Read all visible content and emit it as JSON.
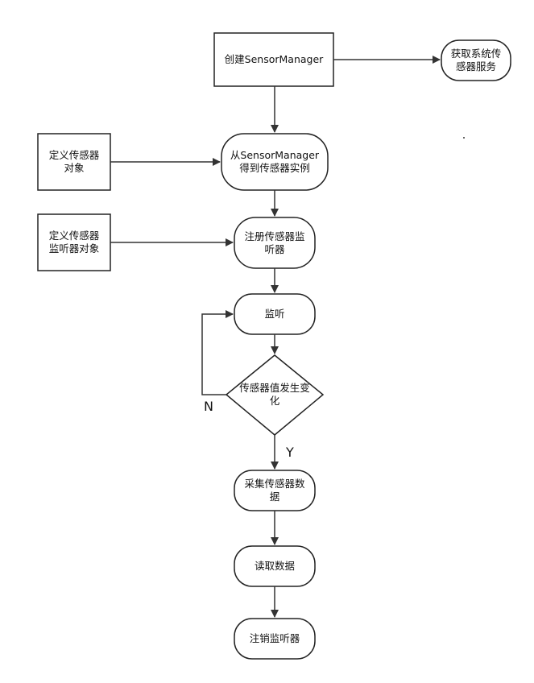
{
  "nodes": {
    "create_manager": "创建SensorManager",
    "get_service": "获取系统传\n感器服务",
    "define_sensor": "定义传感器\n对象",
    "get_sensor": "从SensorManager\n得到传感器实例",
    "define_listener": "定义传感器\n监听器对象",
    "register_listener": "注册传感器监\n听器",
    "listen": "监听",
    "value_changed": "传感器值发生变\n化",
    "collect_data": "采集传感器数\n据",
    "read_data": "读取数据",
    "unregister": "注销监听器"
  },
  "edge_labels": {
    "no": "N",
    "yes": "Y"
  }
}
